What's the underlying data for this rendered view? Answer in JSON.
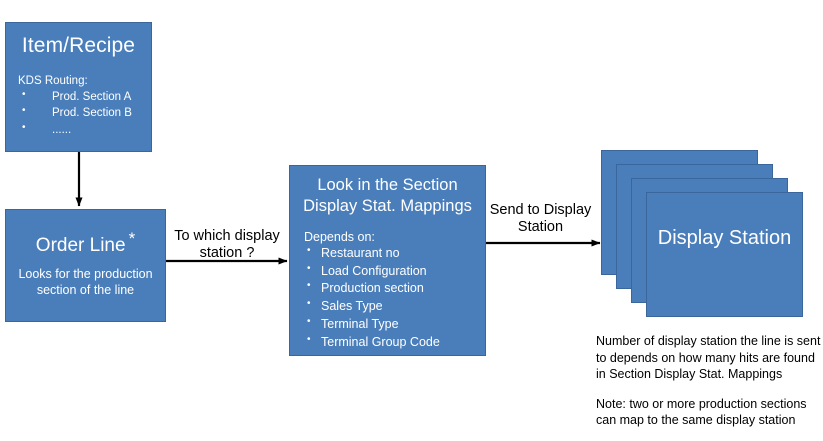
{
  "diagram": {
    "title": "KDS Routing to Display Station flow",
    "colors": {
      "box_fill": "#4A7EBB",
      "box_border": "#3A669B",
      "box_text": "#FFFFFF",
      "arrow": "#000000",
      "background": "#FFFFFF",
      "label_text": "#000000"
    }
  },
  "item_recipe": {
    "title": "Item/Recipe",
    "list_label": "KDS Routing:",
    "bullets": [
      "Prod. Section A",
      "Prod. Section B",
      "......"
    ]
  },
  "order_line": {
    "title": "Order Line",
    "asterisk": "*",
    "subtitle": "Looks  for the production section of the line"
  },
  "mappings": {
    "title": "Look in the Section Display Stat. Mappings",
    "list_label": "Depends on:",
    "bullets": [
      "Restaurant no",
      "Load Configuration",
      "Production  section",
      "Sales Type",
      "Terminal Type",
      "Terminal Group Code"
    ]
  },
  "display_station": {
    "title": "Display Station",
    "card_count": 4
  },
  "edges": [
    {
      "id": "item-to-order-line",
      "label": ""
    },
    {
      "id": "order-line-to-mappings",
      "label": "To which display station ?"
    },
    {
      "id": "mappings-to-display-station",
      "label": "Send to Display Station"
    }
  ],
  "labels": {
    "to_which_display_station": "To which display station ?",
    "send_to_display_station": "Send to Display Station"
  },
  "notes": [
    "Number of display station the line is sent to depends on how many hits are found in Section Display Stat. Mappings",
    "Note:  two or more production sections can map to the same display station"
  ]
}
